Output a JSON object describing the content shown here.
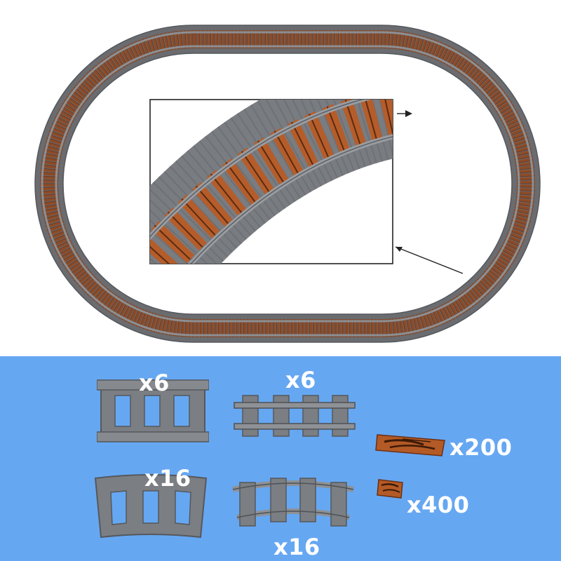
{
  "colors": {
    "panel_background": "#66a7f2",
    "rail_gray": "#7f8286",
    "rail_dark": "#5c5f63",
    "tie_brown": "#b05a2a",
    "tie_dark": "#5a2a12"
  },
  "scene": {
    "track_layout": "oval",
    "inset": "zoomed curved track section"
  },
  "parts": [
    {
      "name": "straight-track-base",
      "icon": "straight-base-plate-icon",
      "quantity_label": "x6"
    },
    {
      "name": "straight-rail",
      "icon": "straight-rail-icon",
      "quantity_label": "x6"
    },
    {
      "name": "curved-track-base",
      "icon": "curved-base-plate-icon",
      "quantity_label": "x16"
    },
    {
      "name": "curved-rail",
      "icon": "curved-rail-icon",
      "quantity_label": "x16"
    },
    {
      "name": "tile-1x4",
      "icon": "wood-tile-1x4-icon",
      "quantity_label": "x200"
    },
    {
      "name": "tile-1x2",
      "icon": "wood-tile-1x2-icon",
      "quantity_label": "x400"
    }
  ]
}
